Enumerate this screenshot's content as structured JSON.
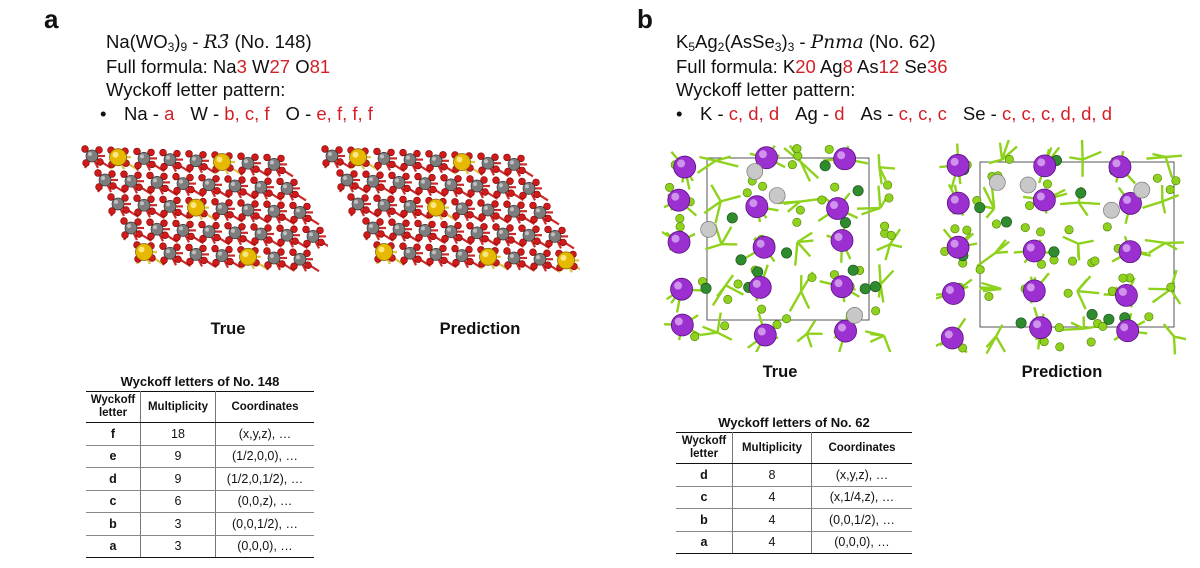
{
  "panel_a": {
    "label": "a",
    "title": {
      "pre": "Na(WO",
      "sub1": "3",
      "mid": ")",
      "sub2": "9",
      "dash": " - ",
      "sg": "R3̄",
      "num": "  (No. 148)"
    },
    "formula": {
      "prefix": "Full formula: ",
      "items": [
        {
          "el": "Na",
          "n": "3"
        },
        {
          "el": "W",
          "n": "27"
        },
        {
          "el": "O",
          "n": "81"
        }
      ]
    },
    "pattern_label": "Wyckoff letter pattern:",
    "bullet": "•",
    "pattern": [
      {
        "el": "Na - ",
        "letters": "a"
      },
      {
        "el": "W - ",
        "letters": "b, c, f"
      },
      {
        "el": "O - ",
        "letters": "e, f, f, f"
      }
    ],
    "caption_true": "True",
    "caption_pred": "Prediction",
    "table": {
      "caption": "Wyckoff letters of No. 148",
      "headers": [
        "Wyckoff letter",
        "Multiplicity",
        "Coordinates"
      ],
      "rows": [
        [
          "f",
          "18",
          "(x,y,z), …"
        ],
        [
          "e",
          "9",
          "(1/2,0,0), …"
        ],
        [
          "d",
          "9",
          "(1/2,0,1/2), …"
        ],
        [
          "c",
          "6",
          "(0,0,z), …"
        ],
        [
          "b",
          "3",
          "(0,0,1/2), …"
        ],
        [
          "a",
          "3",
          "(0,0,0), …"
        ]
      ]
    }
  },
  "panel_b": {
    "label": "b",
    "title": {
      "a": "K",
      "s1": "5",
      "b": "Ag",
      "s2": "2",
      "c": "(AsSe",
      "s3": "3",
      "d": ")",
      "s4": "3",
      "dash": " - ",
      "sg": "Pnma",
      "num": " (No. 62)"
    },
    "formula": {
      "prefix": "Full formula: ",
      "items": [
        {
          "el": "K",
          "n": "20"
        },
        {
          "el": "Ag",
          "n": "8"
        },
        {
          "el": "As",
          "n": "12"
        },
        {
          "el": "Se",
          "n": "36"
        }
      ]
    },
    "pattern_label": "Wyckoff letter pattern:",
    "bullet": "•",
    "pattern": [
      {
        "el": "K - ",
        "letters": "c, d, d"
      },
      {
        "el": "Ag - ",
        "letters": "d"
      },
      {
        "el": "As - ",
        "letters": "c, c, c"
      },
      {
        "el": "Se - ",
        "letters": "c, c, c, d, d, d"
      }
    ],
    "caption_true": "True",
    "caption_pred": "Prediction",
    "table": {
      "caption": "Wyckoff letters of No. 62",
      "headers": [
        "Wyckoff letter",
        "Multiplicity",
        "Coordinates"
      ],
      "rows": [
        [
          "d",
          "8",
          "(x,y,z), …"
        ],
        [
          "c",
          "4",
          "(x,1/4,z), …"
        ],
        [
          "b",
          "4",
          "(0,0,1/2), …"
        ],
        [
          "a",
          "4",
          "(0,0,0), …"
        ]
      ]
    }
  },
  "colors": {
    "accent_red": "#d41f26",
    "na_gold": "#e6b800",
    "w_grey": "#7d7d7d",
    "o_red": "#d11a1a",
    "k_purple": "#9b2fd0",
    "se_green": "#8fd21d",
    "as_green": "#2e8b2e",
    "ag_silver": "#c8c8c8"
  }
}
